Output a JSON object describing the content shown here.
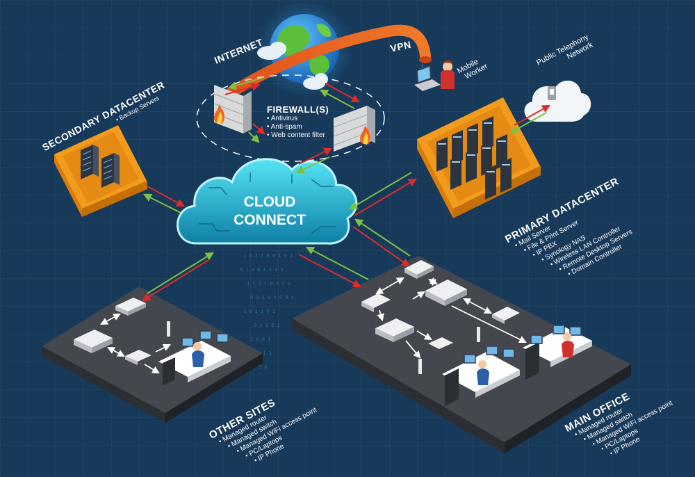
{
  "labels": {
    "internet": "INTERNET",
    "vpn": "VPN",
    "mobile_worker": [
      "Mobile",
      "Worker"
    ],
    "public_telephony": [
      "Public Telephony",
      "Network"
    ],
    "cloud": [
      "CLOUD",
      "CONNECT"
    ],
    "firewall": {
      "title": "FIREWALL(S)",
      "items": [
        "Antivirus",
        "Anti-spam",
        "Web content filter"
      ]
    },
    "secondary_dc": {
      "title": "SECONDARY DATACENTER",
      "items": [
        "Backup Servers"
      ]
    },
    "primary_dc": {
      "title": "PRIMARY DATACENTER",
      "items": [
        "Mail Server",
        "File & Print Server",
        "IP PBX",
        "Synology NAS",
        "Wireless LAN Controller",
        "Remote Desktop Servers",
        "Domain Controller"
      ]
    },
    "other_sites": {
      "title": "OTHER SITES",
      "items": [
        "Managed router",
        "Managed switch",
        "Managed WiFi access point",
        "PC/Laptops",
        "IP Phone"
      ]
    },
    "main_office": {
      "title": "MAIN OFFICE",
      "items": [
        "Managed router",
        "Managed switch",
        "Managed WiFi access point",
        "PC/Laptops",
        "IP Phone"
      ]
    }
  },
  "colors": {
    "background": "#17395a",
    "orange": "#f39b1c",
    "cloud_cyan": "#2bd0e8",
    "arrow_red": "#e02a2a",
    "arrow_green": "#7cc242",
    "platform": "#3b3f45"
  }
}
